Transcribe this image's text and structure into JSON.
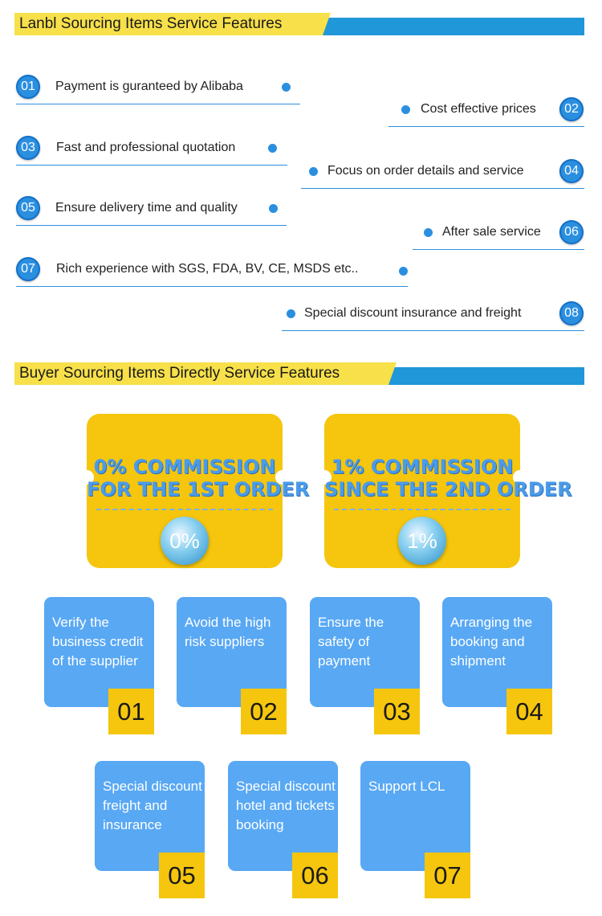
{
  "section1": {
    "title": "Lanbl Sourcing Items Service Features",
    "items": [
      {
        "num": "01",
        "text": "Payment is guranteed by Alibaba"
      },
      {
        "num": "02",
        "text": "Cost effective prices"
      },
      {
        "num": "03",
        "text": "Fast and professional quotation"
      },
      {
        "num": "04",
        "text": "Focus on order details and service"
      },
      {
        "num": "05",
        "text": "Ensure delivery time and quality"
      },
      {
        "num": "06",
        "text": "After sale service"
      },
      {
        "num": "07",
        "text": "Rich experience with SGS, FDA, BV, CE, MSDS etc.."
      },
      {
        "num": "08",
        "text": "Special discount insurance and freight"
      }
    ]
  },
  "section2": {
    "title": "Buyer Sourcing Items Directly Service Features",
    "tickets": [
      {
        "line1": "0% COMMISSION",
        "line2": "FOR THE 1ST ORDER",
        "badge": "0%"
      },
      {
        "line1": "1% COMMISSION",
        "line2": "SINCE THE 2ND ORDER",
        "badge": "1%"
      }
    ],
    "cards": [
      {
        "num": "01",
        "text": "Verify the business credit of the supplier"
      },
      {
        "num": "02",
        "text": "Avoid the high risk suppliers"
      },
      {
        "num": "03",
        "text": "Ensure the safety of payment"
      },
      {
        "num": "04",
        "text": "Arranging the booking and shipment"
      },
      {
        "num": "05",
        "text": "Special discount freight and insurance"
      },
      {
        "num": "06",
        "text": "Special discount hotel and tickets booking"
      },
      {
        "num": "07",
        "text": "Support LCL"
      }
    ]
  },
  "colors": {
    "accent_blue": "#1f97d8",
    "header_yellow": "#f7e04a",
    "card_blue": "#58a8f4",
    "badge_yellow": "#f5c60d"
  }
}
